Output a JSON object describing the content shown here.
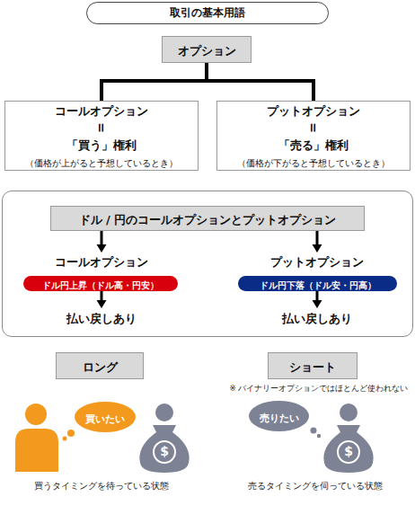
{
  "diagram": {
    "title": "取引の基本用語",
    "nodes": [
      {
        "text": [
          "オプション"
        ]
      },
      {
        "text": [
          "コールオプション",
          "=",
          "「買う」権利",
          "（価格が上がると予想しているとき）"
        ]
      },
      {
        "text": [
          "プットオプション",
          "=",
          "「売る」権利",
          "（価格が下がると予想しているとき）"
        ]
      },
      {
        "text": []
      },
      {
        "text": [
          "ドル / 円のコールオプションとプットオプション"
        ],
        "in": 3
      },
      {
        "text": [
          "コールオプション"
        ],
        "in": 3
      },
      {
        "text": [
          "プットオプション"
        ],
        "in": 3
      },
      {
        "text": [
          "ドル円上昇（ドル高・円安）"
        ],
        "in": 3
      },
      {
        "text": [
          "ドル円下落（ドル安・円高）"
        ],
        "in": 3
      },
      {
        "text": [
          "払い戻しあり"
        ],
        "in": 3
      },
      {
        "text": [
          "払い戻しあり"
        ],
        "in": 3
      },
      {
        "text": [
          "ロング"
        ]
      },
      {
        "text": [
          "ショート"
        ]
      },
      {
        "text": [
          "買いたい"
        ]
      },
      {
        "text": [
          "売りたい"
        ]
      }
    ],
    "edges": [
      {
        "from": 0,
        "to": 1,
        "arrow": "none"
      },
      {
        "from": 0,
        "to": 2,
        "arrow": "none"
      },
      {
        "from": 4,
        "to": 5,
        "arrow": "to"
      },
      {
        "from": 4,
        "to": 6,
        "arrow": "to"
      },
      {
        "from": 7,
        "to": 9,
        "arrow": "to"
      },
      {
        "from": 8,
        "to": 10,
        "arrow": "to"
      }
    ],
    "labels": [
      "※ バイナリーオプションではほとんど使われない",
      "$",
      "$",
      "買うタイミングを待っている状態",
      "売るタイミングを伺っている状態"
    ]
  }
}
